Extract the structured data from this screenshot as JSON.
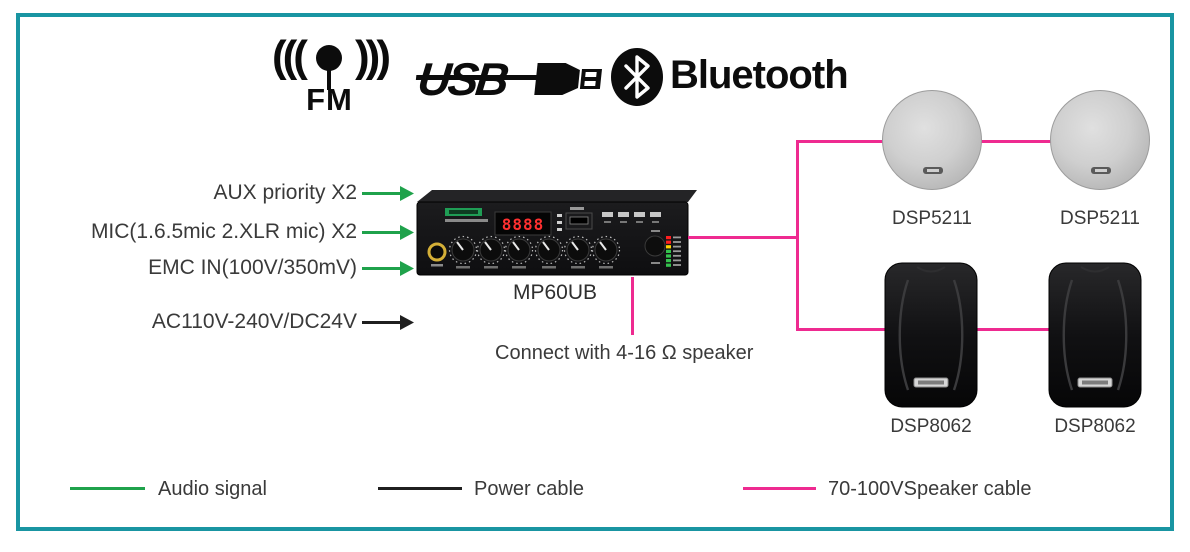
{
  "logos": {
    "fm_label": "FM",
    "usb_label": "USB",
    "bluetooth_label": "Bluetooth"
  },
  "inputs": [
    {
      "label": "AUX priority X2",
      "cable": "audio"
    },
    {
      "label": "MIC(1.6.5mic 2.XLR mic) X2",
      "cable": "audio"
    },
    {
      "label": "EMC IN(100V/350mV)",
      "cable": "audio"
    },
    {
      "label": "AC110V-240V/DC24V",
      "cable": "power"
    }
  ],
  "amplifier": {
    "model": "MP60UB",
    "display_value": "8888"
  },
  "note": {
    "text": "Connect with 4-16 Ω  speaker"
  },
  "speakers": {
    "ceiling": {
      "model_1": "DSP5211",
      "model_2": "DSP5211"
    },
    "wall": {
      "model_1": "DSP8062",
      "model_2": "DSP8062"
    }
  },
  "legend": {
    "audio": {
      "label": "Audio signal",
      "color": "#1fa24b"
    },
    "power": {
      "label": "Power cable",
      "color": "#1f1f1f"
    },
    "speaker": {
      "label": "70-100VSpeaker cable",
      "color": "#ee2a90"
    }
  },
  "colors": {
    "border_teal": "#1995a2",
    "audio_signal": "#1fa24b",
    "power_cable": "#1f1f1f",
    "speaker_cable": "#ee2a90"
  }
}
